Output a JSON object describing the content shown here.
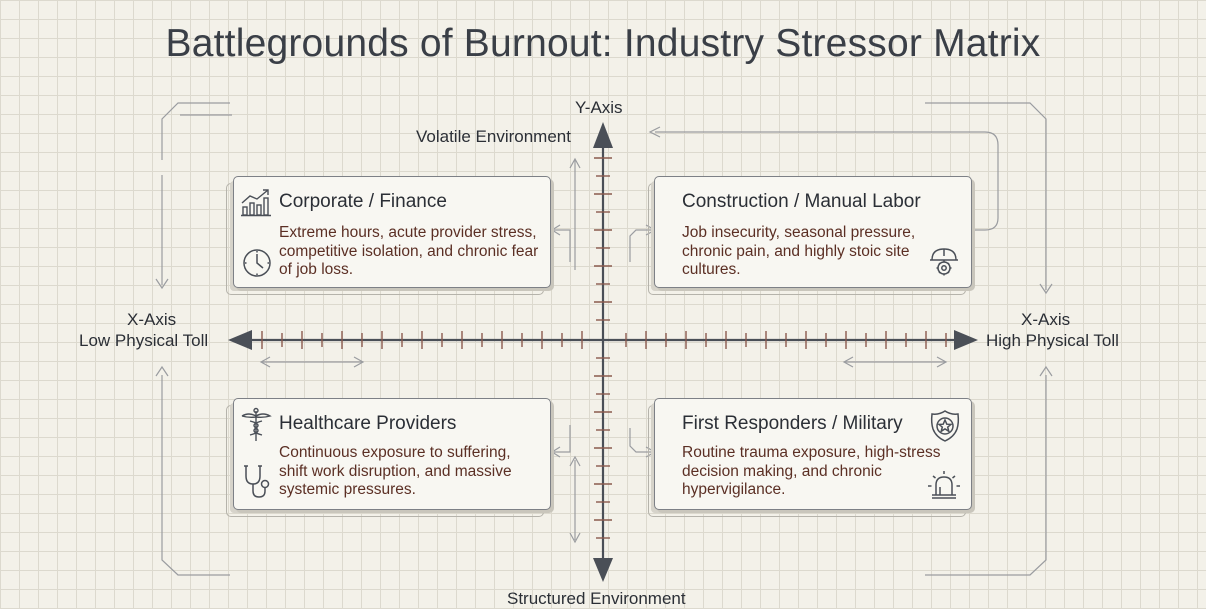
{
  "title": "Battlegrounds of Burnout: Industry Stressor Matrix",
  "axes": {
    "y_axis_label": "Y-Axis",
    "y_top_label": "Volatile Environment",
    "y_bottom_label": "Structured Environment",
    "x_axis_label_left": "X-Axis",
    "x_left_label": "Low Physical Toll",
    "x_axis_label_right": "X-Axis",
    "x_right_label": "High Physical Toll"
  },
  "quadrants": [
    {
      "title": "Corporate / Finance",
      "description": "Extreme hours, acute provider stress, competitive isolation, and chronic fear of job loss.",
      "icons": [
        "bar-chart-icon",
        "clock-icon"
      ]
    },
    {
      "title": "Construction / Manual Labor",
      "description": "Job insecurity, seasonal pressure, chronic pain, and highly stoic site cultures.",
      "icons": [
        "hard-hat-gear-icon"
      ]
    },
    {
      "title": "Healthcare Providers",
      "description": "Continuous exposure to suffering, shift work disruption, and massive systemic pressures.",
      "icons": [
        "caduceus-icon",
        "stethoscope-icon"
      ]
    },
    {
      "title": "First Responders / Military",
      "description": "Routine trauma exposure, high-stress decision making, and chronic hypervigilance.",
      "icons": [
        "badge-star-icon",
        "siren-icon"
      ]
    }
  ],
  "colors": {
    "background": "#f3f1e9",
    "grid": "#dcd9ce",
    "axis": "#4a4f57",
    "description_text": "#5b2f24"
  }
}
